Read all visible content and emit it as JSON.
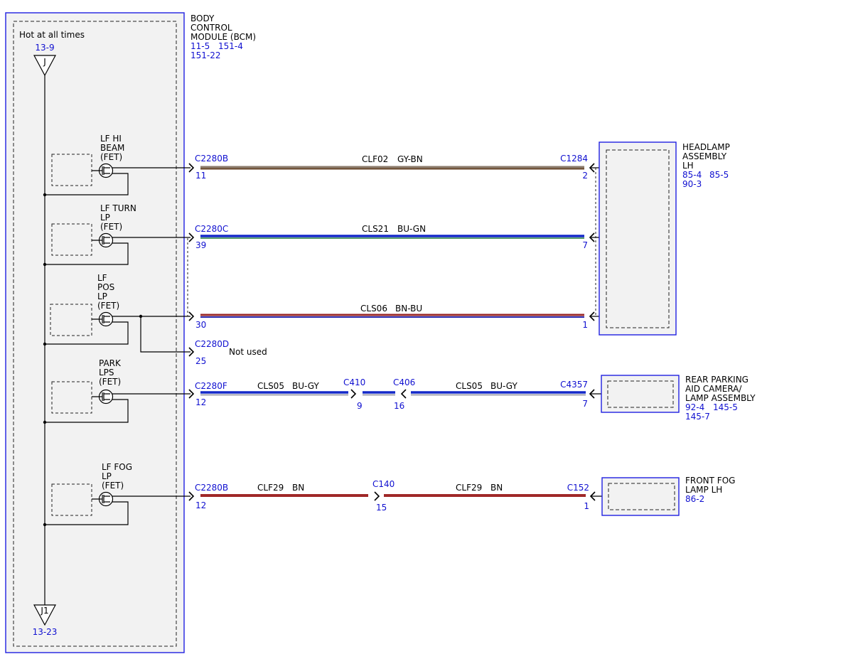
{
  "colors": {
    "module_border": "#2020e0",
    "label_blue": "#1010d0",
    "box_fill": "#f2f2f2",
    "wire_gy_bn": [
      "#8a7a6a",
      "#6b4a2e"
    ],
    "wire_bu_gn": [
      "#1428c8",
      "#1f7a3a"
    ],
    "wire_bn_bu": [
      "#9a2a2a",
      "#2a2ab0"
    ],
    "wire_bu_gy": [
      "#1428c8",
      "#8a8a9a"
    ],
    "wire_bn": [
      "#a02828",
      "#a02828"
    ]
  },
  "bcm": {
    "title_lines": [
      "BODY",
      "CONTROL",
      "MODULE (BCM)"
    ],
    "refs": [
      "11-5",
      "151-4",
      "151-22"
    ],
    "power_label": "Hot at all times",
    "top_ref": "13-9",
    "top_connector": "J",
    "bottom_connector": "J1",
    "bottom_ref": "13-23"
  },
  "fets": [
    {
      "lines": [
        "LF HI",
        "BEAM",
        "(FET)"
      ]
    },
    {
      "lines": [
        "LF TURN",
        "LP",
        "(FET)"
      ]
    },
    {
      "lines": [
        "LF",
        "POS",
        "LP",
        "(FET)"
      ]
    },
    {
      "lines": [
        "PARK",
        "LPS",
        "(FET)"
      ]
    },
    {
      "lines": [
        "LF FOG",
        "LP",
        "(FET)"
      ]
    }
  ],
  "circuits": [
    {
      "connector": "C2280B",
      "pin": "11",
      "circuit": "CLF02",
      "color": "GY-BN",
      "end_connector": "C1284",
      "end_pin": "2"
    },
    {
      "connector": "C2280C",
      "pin": "39",
      "circuit": "CLS21",
      "color": "BU-GN",
      "end_connector": "",
      "end_pin": "7"
    },
    {
      "connector": "",
      "pin": "30",
      "circuit": "CLS06",
      "color": "BN-BU",
      "end_connector": "",
      "end_pin": "1"
    },
    {
      "connector": "C2280D",
      "pin": "25",
      "note": "Not used"
    },
    {
      "connector": "C2280F",
      "pin": "12",
      "circuit": "CLS05",
      "color": "BU-GY",
      "inline_a": {
        "connector": "C410",
        "pin": "9"
      },
      "inline_b": {
        "connector": "C406",
        "pin": "16"
      },
      "circuit_2": "CLS05",
      "color_2": "BU-GY",
      "end_connector": "C4357",
      "end_pin": "7"
    },
    {
      "connector": "C2280B",
      "pin": "12",
      "circuit": "CLF29",
      "color": "BN",
      "inline": {
        "connector": "C140",
        "pin": "15"
      },
      "circuit_2": "CLF29",
      "color_2": "BN",
      "end_connector": "C152",
      "end_pin": "1"
    }
  ],
  "components": [
    {
      "lines": [
        "HEADLAMP",
        "ASSEMBLY",
        "LH"
      ],
      "refs": [
        "85-4",
        "85-5",
        "90-3"
      ]
    },
    {
      "lines": [
        "REAR PARKING",
        "AID CAMERA/",
        "LAMP ASSEMBLY"
      ],
      "refs": [
        "92-4",
        "145-5",
        "145-7"
      ]
    },
    {
      "lines": [
        "FRONT FOG",
        "LAMP LH"
      ],
      "refs": [
        "86-2"
      ]
    }
  ]
}
